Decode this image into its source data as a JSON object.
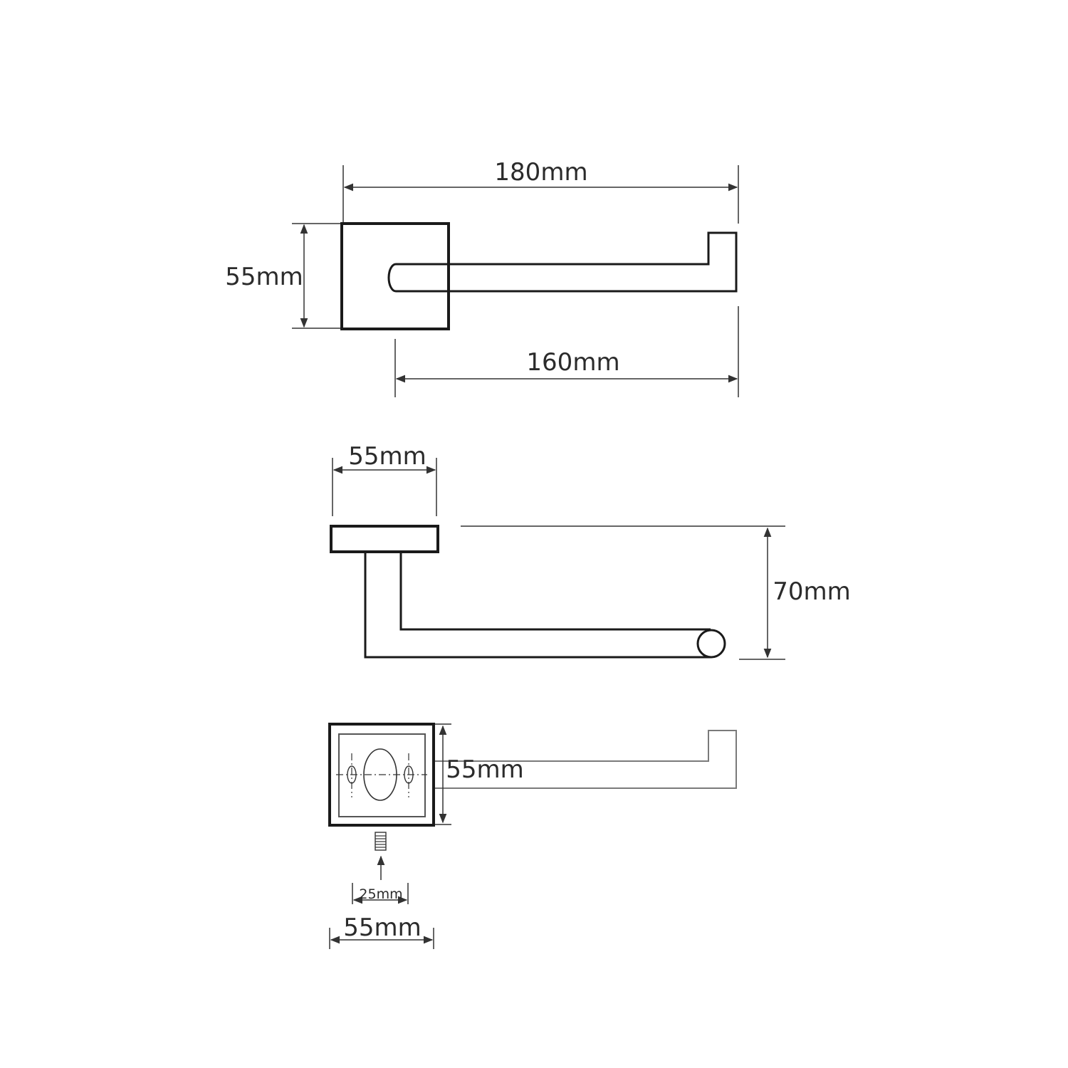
{
  "views": {
    "top": {
      "overall_length": "180mm",
      "plate_size": "55mm",
      "arm_length": "160mm"
    },
    "side": {
      "plate_width": "55mm",
      "projection": "70mm"
    },
    "front": {
      "plate_height": "55mm",
      "plate_width": "55mm",
      "screw_spacing": "25mm"
    }
  },
  "colors": {
    "line": "#1a1a1a",
    "text": "#2b2b2b",
    "ghost": "#7a7a7a"
  }
}
